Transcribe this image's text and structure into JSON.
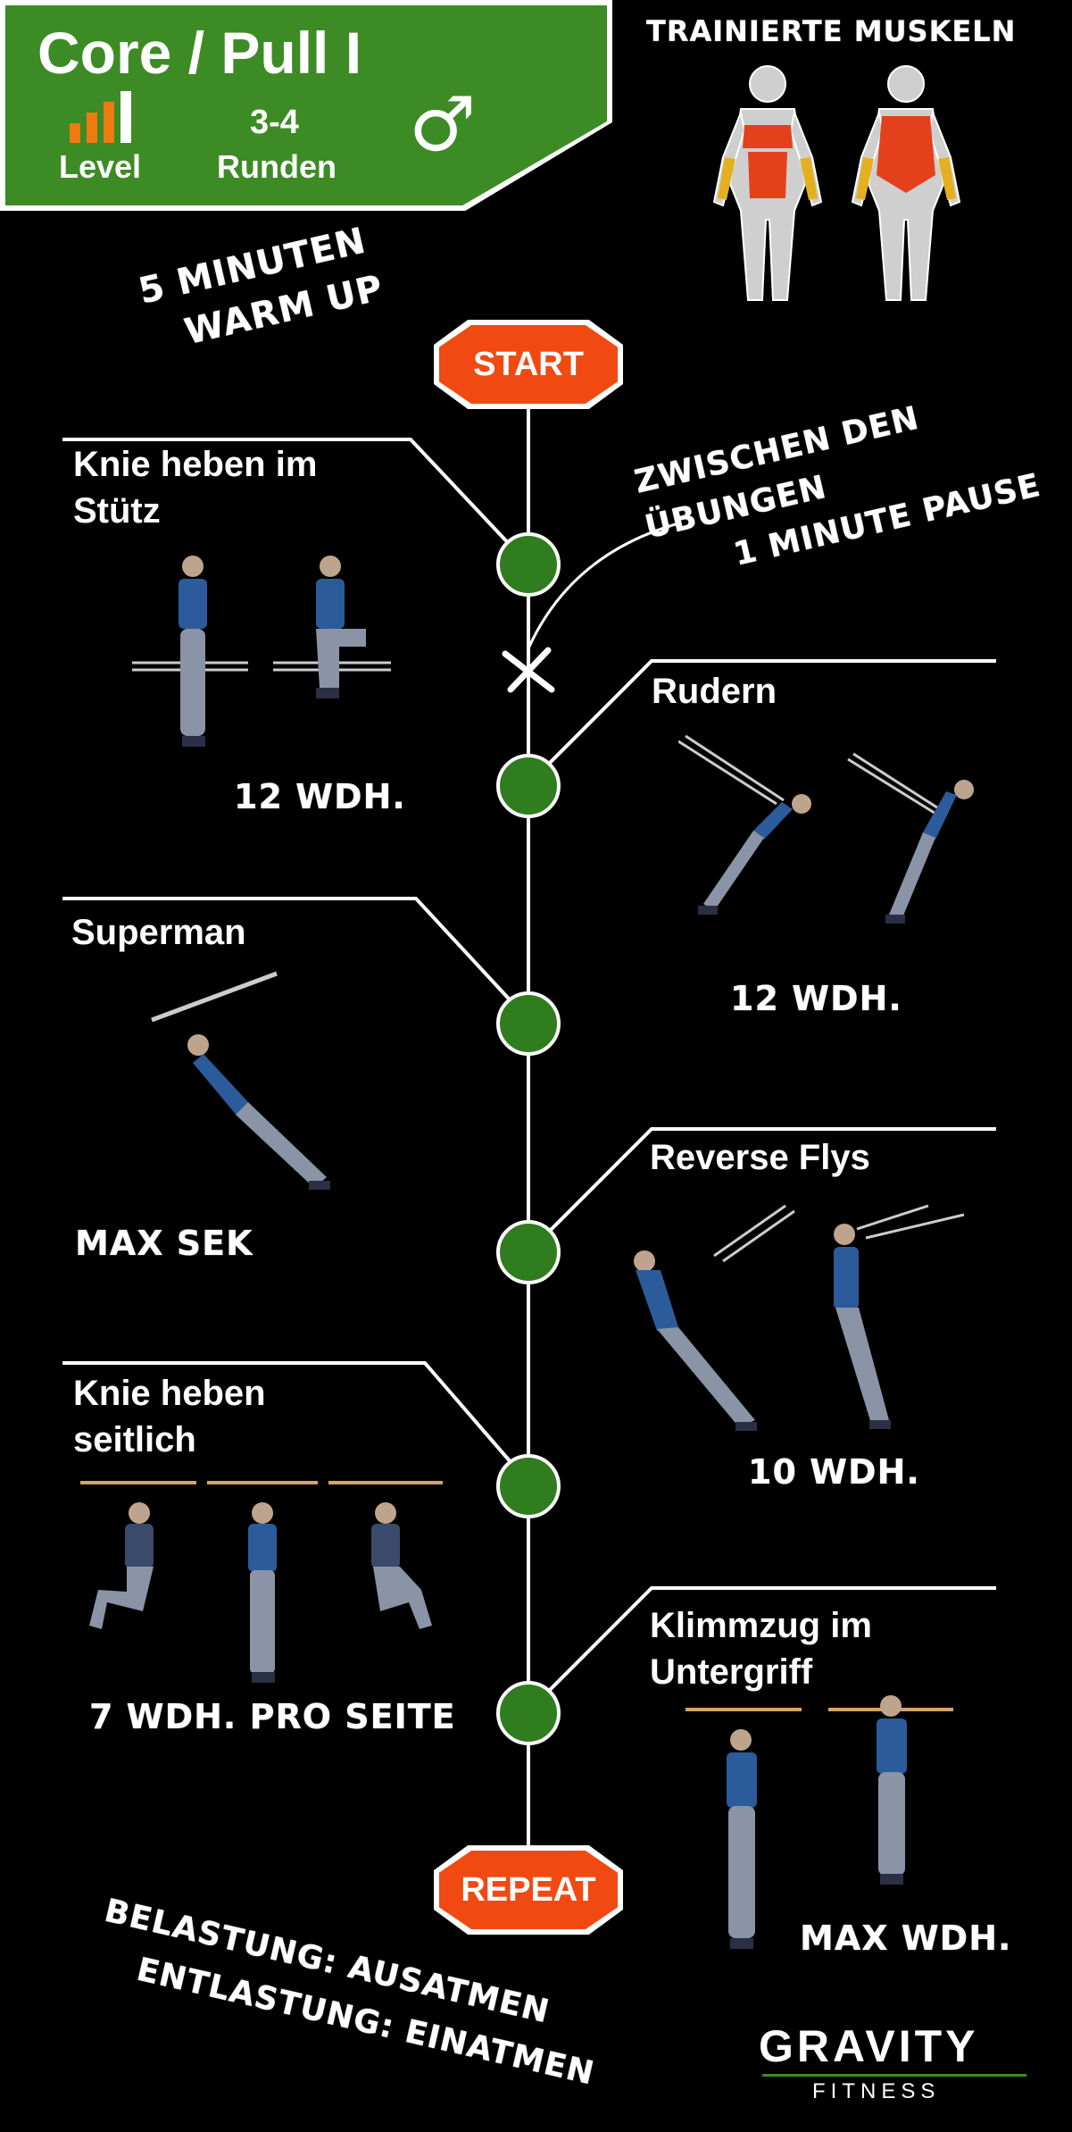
{
  "header": {
    "title": "Core / Pull I",
    "level_label": "Level",
    "rounds_value": "3-4",
    "rounds_label": "Runden",
    "gender_symbol": "♂",
    "level_bars": 3,
    "level_bars_total": 4,
    "accent_color": "#3d8b25",
    "level_color": "#f07a12"
  },
  "muscles_title": "TRAINIERTE MUSKELN",
  "warmup": [
    "5 MINUTEN",
    "WARM UP"
  ],
  "start_label": "START",
  "repeat_label": "REPEAT",
  "pause_note": [
    "ZWISCHEN DEN ÜBUNGEN",
    "1 MINUTE PAUSE"
  ],
  "exercises": [
    {
      "name_lines": [
        "Knie heben im",
        "Stütz"
      ],
      "reps": "12 WDH."
    },
    {
      "name_lines": [
        "Rudern"
      ],
      "reps": "12 WDH."
    },
    {
      "name_lines": [
        "Superman"
      ],
      "reps": "MAX SEK"
    },
    {
      "name_lines": [
        "Reverse Flys"
      ],
      "reps": "10 WDH."
    },
    {
      "name_lines": [
        "Knie heben",
        "seitlich"
      ],
      "reps": "7 WDH. PRO SEITE"
    },
    {
      "name_lines": [
        "Klimmzug im",
        "Untergriff"
      ],
      "reps": "MAX WDH."
    }
  ],
  "breathing": [
    "BELASTUNG: AUSATMEN",
    "ENTLASTUNG: EINATMEN"
  ],
  "brand": {
    "name": "GRAVITY",
    "sub": "FITNESS"
  },
  "colors": {
    "node_green": "#2f7d1e",
    "start_orange": "#f04a12",
    "muscle_red": "#e5401c",
    "muscle_yellow": "#e4b020"
  }
}
